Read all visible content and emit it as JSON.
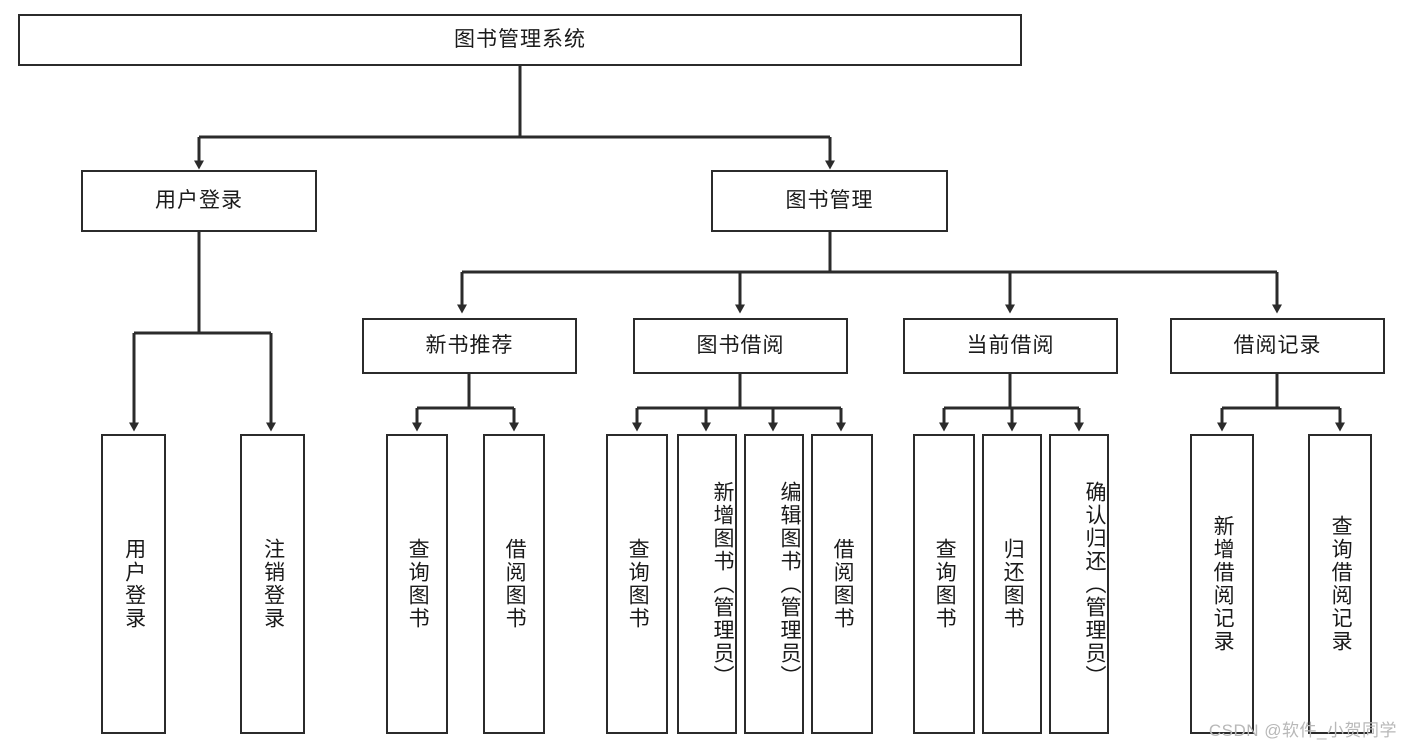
{
  "diagram": {
    "type": "tree-hierarchy",
    "title": "图书管理系统",
    "watermark": "CSDN @软件_小贺同学",
    "colors": {
      "stroke": "#2b2b2b",
      "fill": "#ffffff",
      "text": "#1a1a1a",
      "watermark": "#b8b8b8"
    },
    "levels": {
      "root": {
        "label": "图书管理系统"
      },
      "level2": [
        {
          "label": "用户登录"
        },
        {
          "label": "图书管理"
        }
      ],
      "level3": [
        {
          "label": "新书推荐"
        },
        {
          "label": "图书借阅"
        },
        {
          "label": "当前借阅"
        },
        {
          "label": "借阅记录"
        }
      ],
      "leaves": [
        {
          "label": "用户登录",
          "parent": "用户登录"
        },
        {
          "label": "注销登录",
          "parent": "用户登录"
        },
        {
          "label": "查询图书",
          "parent": "新书推荐"
        },
        {
          "label": "借阅图书",
          "parent": "新书推荐"
        },
        {
          "label": "查询图书",
          "parent": "图书借阅"
        },
        {
          "label": "新增图书（管理员）",
          "parent": "图书借阅"
        },
        {
          "label": "编辑图书（管理员）",
          "parent": "图书借阅"
        },
        {
          "label": "借阅图书",
          "parent": "图书借阅"
        },
        {
          "label": "查询图书",
          "parent": "当前借阅"
        },
        {
          "label": "归还图书",
          "parent": "当前借阅"
        },
        {
          "label": "确认归还（管理员）",
          "parent": "当前借阅"
        },
        {
          "label": "新增借阅记录",
          "parent": "借阅记录"
        },
        {
          "label": "查询借阅记录",
          "parent": "借阅记录"
        }
      ]
    }
  }
}
